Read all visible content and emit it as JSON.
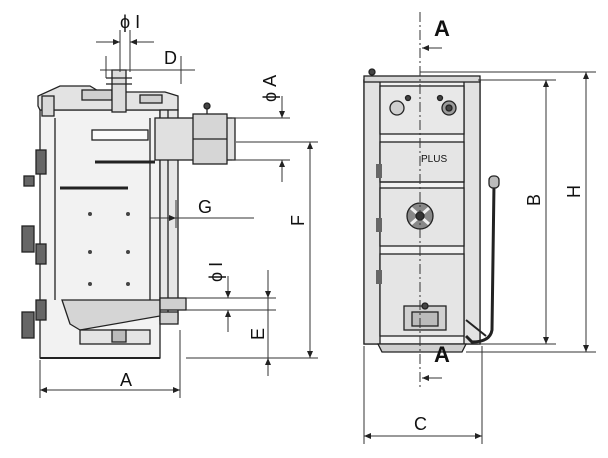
{
  "labels": {
    "phi_i_top": "ϕ I",
    "d": "D",
    "phi_a": "ϕ A",
    "g": "G",
    "f": "F",
    "phi_i_mid": "ϕ I",
    "e": "E",
    "a_bottom": "A",
    "section_top": "A",
    "section_bottom": "A",
    "plus": "PLUS",
    "b": "B",
    "h": "H",
    "c": "C"
  },
  "colors": {
    "line": "#222222",
    "dim_line": "#333333",
    "body_fill": "#e8e8e8",
    "panel_fill": "#d9d9d9",
    "dark": "#555555"
  }
}
